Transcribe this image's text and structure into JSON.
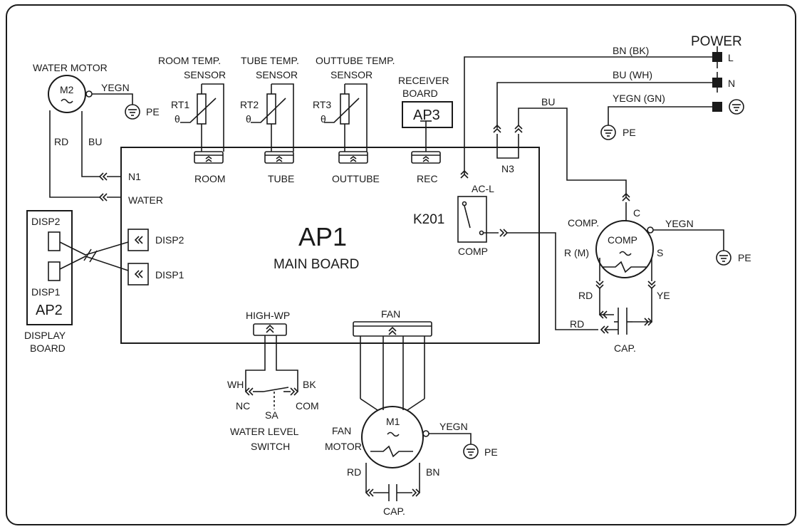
{
  "main_board": {
    "code": "AP1",
    "name": "MAIN BOARD"
  },
  "display_board": {
    "code": "AP2",
    "name_line1": "DISPLAY",
    "name_line2": "BOARD",
    "disp2": "DISP2",
    "disp1": "DISP1"
  },
  "receiver_board": {
    "code": "AP3",
    "name_line1": "RECEIVER",
    "name_line2": "BOARD"
  },
  "power": {
    "title": "POWER",
    "L": "L",
    "N": "N",
    "wire_bn": "BN (BK)",
    "wire_bu": "BU (WH)",
    "wire_yegn": "YEGN (GN)"
  },
  "water_motor": {
    "title": "WATER MOTOR",
    "code": "M2",
    "wire_yegn": "YEGN",
    "wire_rd": "RD",
    "wire_bu": "BU",
    "pe": "PE"
  },
  "sensors": [
    {
      "line1": "ROOM TEMP.",
      "line2": "SENSOR",
      "code": "RT1",
      "theta": "θ",
      "connector": "ROOM"
    },
    {
      "line1": "TUBE TEMP.",
      "line2": "SENSOR",
      "code": "RT2",
      "theta": "θ",
      "connector": "TUBE"
    },
    {
      "line1": "OUTTUBE TEMP.",
      "line2": "SENSOR",
      "code": "RT3",
      "theta": "θ",
      "connector": "OUTTUBE"
    }
  ],
  "connectors": {
    "rec": "REC",
    "n1": "N1",
    "water": "WATER",
    "disp2": "DISP2",
    "disp1": "DISP1",
    "n3": "N3",
    "ac_l": "AC-L",
    "comp": "COMP",
    "high_wp": "HIGH-WP",
    "fan": "FAN"
  },
  "relay": {
    "code": "K201"
  },
  "compressor": {
    "title": "COMP.",
    "code": "COMP",
    "c": "C",
    "rm": "R (M)",
    "s": "S",
    "rd": "RD",
    "ye": "YE",
    "yegn": "YEGN",
    "pe": "PE",
    "cap": "CAP.",
    "rd2": "RD",
    "bu": "BU"
  },
  "water_level_switch": {
    "title_line1": "WATER LEVEL",
    "title_line2": "SWITCH",
    "wh": "WH",
    "bk": "BK",
    "nc": "NC",
    "com": "COM",
    "sa": "SA"
  },
  "fan_motor": {
    "title_line1": "FAN",
    "title_line2": "MOTOR",
    "code": "M1",
    "yegn": "YEGN",
    "pe": "PE",
    "rd": "RD",
    "bn": "BN",
    "cap": "CAP."
  },
  "pe_power": "PE"
}
